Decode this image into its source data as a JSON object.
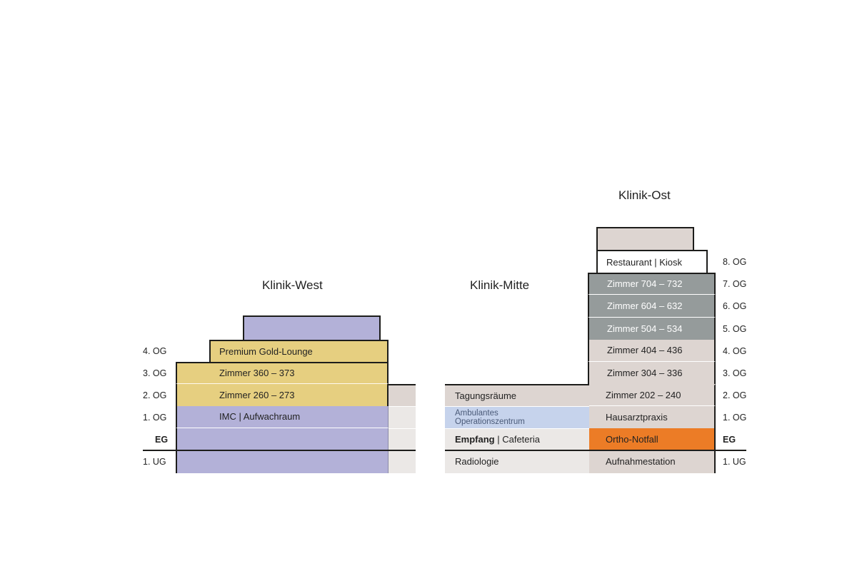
{
  "titles": {
    "west": "Klinik-West",
    "mitte": "Klinik-Mitte",
    "ost": "Klinik-Ost"
  },
  "floors_left": [
    "4. OG",
    "3. OG",
    "2. OG",
    "1. OG",
    "EG",
    "1. UG"
  ],
  "floors_right": [
    "8. OG",
    "7. OG",
    "6. OG",
    "5. OG",
    "4. OG",
    "3. OG",
    "2. OG",
    "1. OG",
    "EG",
    "1. UG"
  ],
  "west": {
    "og4": "Premium Gold-Lounge",
    "og3": "Zimmer 360 – 373",
    "og2": "Zimmer 260 – 273",
    "og1": "IMC | Aufwachraum"
  },
  "mitte": {
    "og2": "Tagungsräume",
    "og1_line1": "Ambulantes",
    "og1_line2": "Operationszentrum",
    "eg_bold": "Empfang",
    "eg_rest": " | Cafeteria",
    "ug1": "Radiologie"
  },
  "ost": {
    "og8": "Restaurant | Kiosk",
    "og7": "Zimmer 704 – 732",
    "og6": "Zimmer 604 – 632",
    "og5": "Zimmer 504 – 534",
    "og4": "Zimmer 404 – 436",
    "og3": "Zimmer 304 – 336",
    "og2": "Zimmer 202 – 240",
    "og1": "Hausarztpraxis",
    "eg": "Ortho-Notfall",
    "ug1": "Aufnahmestation"
  },
  "colors": {
    "west_purple": "#b3b1d8",
    "west_yellow": "#e6cf80",
    "taupe": "#ddd5d1",
    "light_gray": "#ebe8e6",
    "light_blue": "#c6d3ec",
    "dark_gray": "#959b9b",
    "orange": "#ec7c26",
    "outline": "#1d1d1b"
  }
}
